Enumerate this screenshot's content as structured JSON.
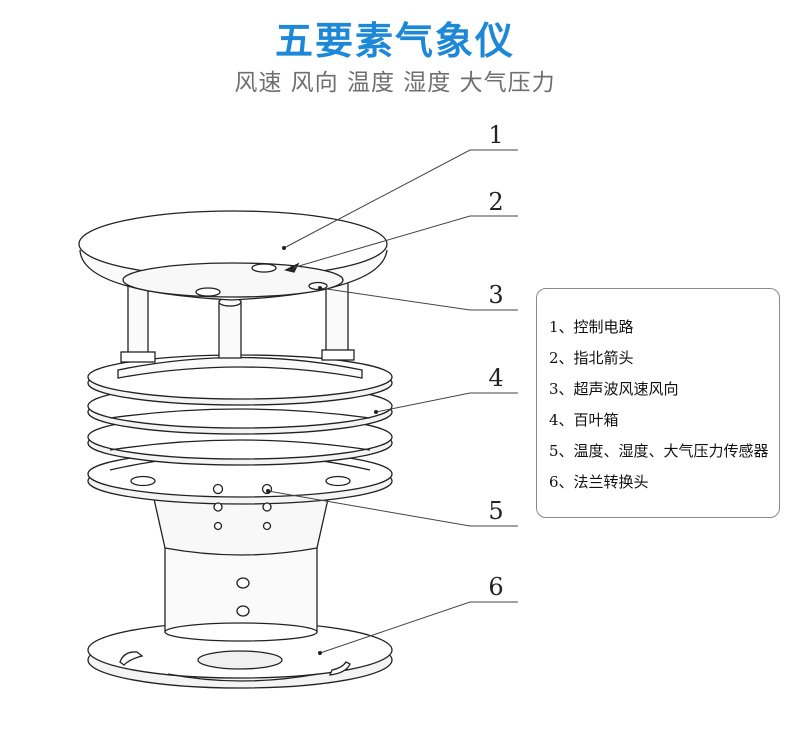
{
  "title": "五要素气象仪",
  "subtitle": "风速 风向 温度 湿度 大气压力",
  "callouts": [
    "1",
    "2",
    "3",
    "4",
    "5",
    "6"
  ],
  "legend": [
    "1、控制电路",
    "2、指北箭头",
    "3、超声波风速风向",
    "4、百叶箱",
    "5、温度、湿度、大气压力传感器",
    "6、法兰转换头"
  ]
}
